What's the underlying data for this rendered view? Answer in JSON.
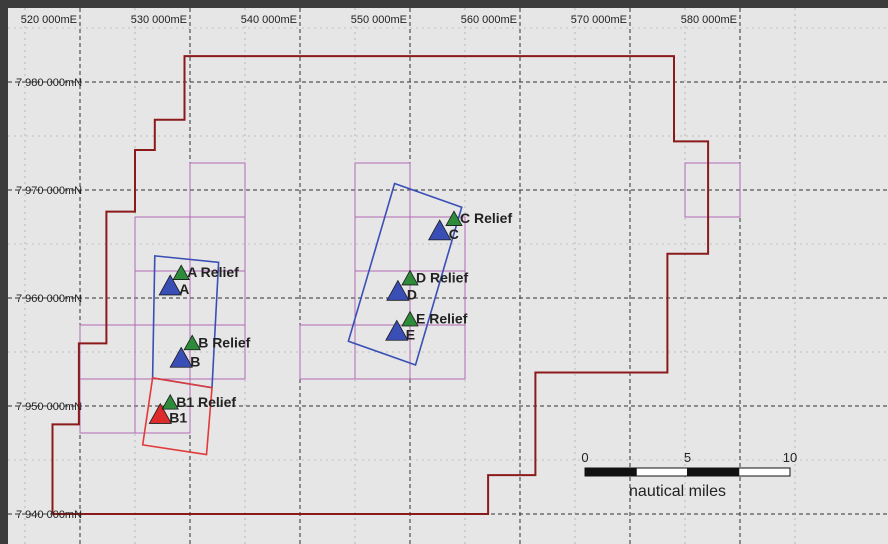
{
  "map": {
    "easting_labels": [
      {
        "value": 520000,
        "text": "520 000mE"
      },
      {
        "value": 530000,
        "text": "530 000mE"
      },
      {
        "value": 540000,
        "text": "540 000mE"
      },
      {
        "value": 550000,
        "text": "550 000mE"
      },
      {
        "value": 560000,
        "text": "560 000mE"
      },
      {
        "value": 570000,
        "text": "570 000mE"
      },
      {
        "value": 580000,
        "text": "580 000mE"
      }
    ],
    "northing_labels": [
      {
        "value": 7980000,
        "text": "7 980 000mN"
      },
      {
        "value": 7970000,
        "text": "7 970 000mN"
      },
      {
        "value": 7960000,
        "text": "7 960 000mN"
      },
      {
        "value": 7950000,
        "text": "7 950 000mN"
      },
      {
        "value": 7940000,
        "text": "7 940 000mN"
      }
    ],
    "wells": [
      {
        "id": "A",
        "label": "A",
        "type": "main",
        "color": "#3a4fb5",
        "e": 528200,
        "n": 7961100
      },
      {
        "id": "A-relief",
        "label": "A Relief",
        "type": "relief",
        "color": "#2e8b3a",
        "e": 529200,
        "n": 7962300
      },
      {
        "id": "B",
        "label": "B",
        "type": "main",
        "color": "#3a4fb5",
        "e": 529200,
        "n": 7954400
      },
      {
        "id": "B-relief",
        "label": "B Relief",
        "type": "relief",
        "color": "#2e8b3a",
        "e": 530200,
        "n": 7955800
      },
      {
        "id": "B1",
        "label": "B1",
        "type": "main",
        "color": "#dd2a2a",
        "e": 527300,
        "n": 7949200
      },
      {
        "id": "B1-relief",
        "label": "B1 Relief",
        "type": "relief",
        "color": "#2e8b3a",
        "e": 528200,
        "n": 7950300
      },
      {
        "id": "C",
        "label": "C",
        "type": "main",
        "color": "#3a4fb5",
        "e": 552700,
        "n": 7966200
      },
      {
        "id": "C-relief",
        "label": "C Relief",
        "type": "relief",
        "color": "#2e8b3a",
        "e": 554000,
        "n": 7967300
      },
      {
        "id": "D",
        "label": "D",
        "type": "main",
        "color": "#3a4fb5",
        "e": 548900,
        "n": 7960600
      },
      {
        "id": "D-relief",
        "label": "D Relief",
        "type": "relief",
        "color": "#2e8b3a",
        "e": 550000,
        "n": 7961800
      },
      {
        "id": "E",
        "label": "E",
        "type": "main",
        "color": "#3a4fb5",
        "e": 548800,
        "n": 7956900
      },
      {
        "id": "E-relief",
        "label": "E Relief",
        "type": "relief",
        "color": "#2e8b3a",
        "e": 550000,
        "n": 7958000
      }
    ],
    "scale_bar": {
      "ticks": [
        "0",
        "5",
        "10"
      ],
      "unit": "nautical miles"
    },
    "colors": {
      "background": "#e6e6e6",
      "grid": "#333333",
      "boundary": "#8b1a1a",
      "blocks": "#b36ab8",
      "survey_area": "#3a4fb5",
      "survey_area_b1": "#e23a3a"
    }
  }
}
